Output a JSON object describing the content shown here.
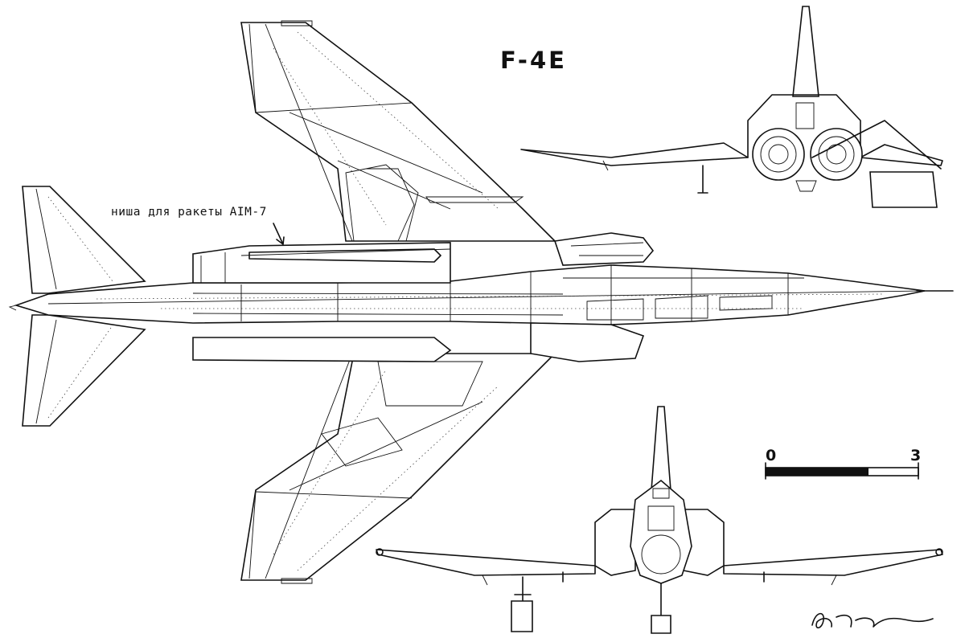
{
  "title": "F-4E",
  "callout": {
    "label": "ниша для ракеты AIM-7"
  },
  "scale_bar": {
    "start_label": "0",
    "end_label": "3"
  },
  "signature": "В.Баль..."
}
